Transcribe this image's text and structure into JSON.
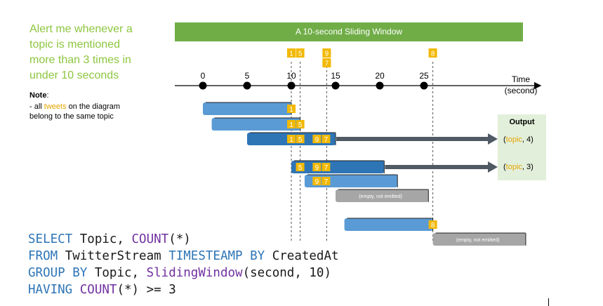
{
  "alert": {
    "lines": [
      "Alert me whenever a",
      "topic is mentioned",
      "more than 3 times in",
      "under 10 seconds"
    ]
  },
  "note": {
    "label": "Note",
    "colon": ":",
    "line1": "- all ",
    "keyword": "tweets",
    "line1_rest": " on the diagram",
    "line2": "belong to the same topic"
  },
  "banner": {
    "title": "A 10-second Sliding Window"
  },
  "timeline": {
    "ticks": [
      "0",
      "5",
      "10",
      "15",
      "20",
      "25"
    ],
    "axis_label": "Time",
    "axis_unit": "(second)"
  },
  "events": [
    {
      "id": "1",
      "time": 10
    },
    {
      "id": "5",
      "time": 11
    },
    {
      "id": "9",
      "time": 14
    },
    {
      "id": "7",
      "time": 14
    },
    {
      "id": "8",
      "time": 26
    }
  ],
  "windows": [
    {
      "start": 0,
      "end": 10,
      "tweets": [
        "1"
      ],
      "style": "light"
    },
    {
      "start": 1,
      "end": 11,
      "tweets": [
        "1",
        "5"
      ],
      "style": "light"
    },
    {
      "start": 5,
      "end": 15,
      "tweets": [
        "1",
        "5",
        "9",
        "7"
      ],
      "style": "dark",
      "output_index": 0
    },
    {
      "start": 10,
      "end": 20.5,
      "tweets": [
        "5",
        "9",
        "7"
      ],
      "style": "dark",
      "output_index": 1
    },
    {
      "start": 11.5,
      "end": 22,
      "tweets": [
        "9",
        "7"
      ],
      "style": "light"
    },
    {
      "start": 15,
      "end": 25.5,
      "tweets": [],
      "style": "gray",
      "empty_label": "(empty, not emitted)"
    },
    {
      "start": 16,
      "end": 26,
      "tweets": [
        "8"
      ],
      "style": "light"
    },
    {
      "start": 26,
      "end": 36.5,
      "tweets": [],
      "style": "gray",
      "empty_label": "(empty, not emitted)"
    }
  ],
  "output": {
    "title": "Output",
    "items": [
      {
        "open": "(",
        "topic": "topic",
        "rest": ", 4)"
      },
      {
        "open": "(",
        "topic": "topic",
        "rest": ", 3)"
      }
    ]
  },
  "sql": {
    "line1": {
      "kw1": "SELECT",
      "t1": " Topic, ",
      "fn": "COUNT",
      "t2": "(*)"
    },
    "line2": {
      "kw1": "FROM",
      "t1": " TwitterStream ",
      "kw2": "TIMESTEAMP BY",
      "t2": " CreatedAt"
    },
    "line3": {
      "kw1": "GROUP BY",
      "t1": " Topic, ",
      "fn": "SlidingWindow",
      "t2": "(second, 10)"
    },
    "line4": {
      "kw1": "HAVING",
      "t0": " ",
      "fn": "COUNT",
      "t2": "(*) >= 3"
    }
  },
  "colors": {
    "alert_green": "#8dc63f",
    "banner_green": "#70ad47",
    "light_blue": "#5b9bd5",
    "dark_blue": "#2e75b6",
    "gold": "#f2b800",
    "gray": "#a6a6a6",
    "output_bg": "#e2efda",
    "arrow": "#505a64"
  }
}
